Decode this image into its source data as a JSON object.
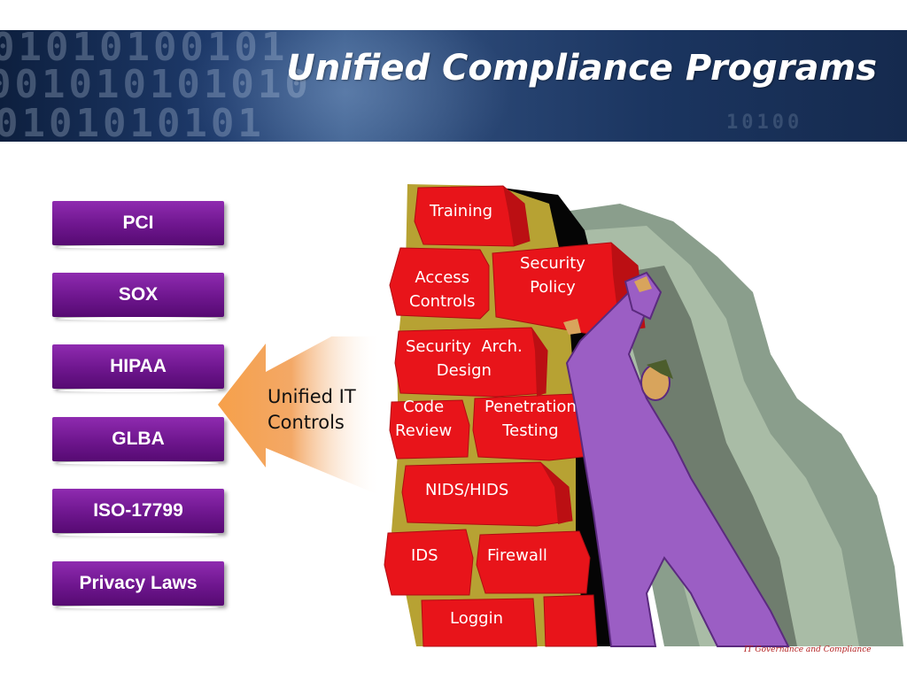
{
  "header": {
    "title": "Unified Compliance Programs",
    "binary_rows": [
      "01010100101",
      "001010101010",
      "0101010101",
      "10100"
    ]
  },
  "programs": [
    "PCI",
    "SOX",
    "HIPAA",
    "GLBA",
    "ISO-17799",
    "Privacy Laws"
  ],
  "arrow_label": [
    "Unified IT",
    "Controls"
  ],
  "wall_bricks": {
    "training": "Training",
    "access_controls": [
      "Access",
      "Controls"
    ],
    "security_policy": [
      "Security",
      "Policy"
    ],
    "security_arch": [
      "Security  Arch.",
      "Design"
    ],
    "code_review": [
      "Code",
      "Review"
    ],
    "penetration_testing": [
      "Penetration",
      "Testing"
    ],
    "nids_hids": "NIDS/HIDS",
    "ids": "IDS",
    "firewall": "Firewall",
    "loggin": "Loggin"
  },
  "footer_note": "IT Governance and Compliance",
  "colors": {
    "program_button": "#6e168e",
    "brick": "#e8141a",
    "mortar": "#b7a233",
    "arrow": "#f5a04a",
    "figure": "#9b5ec4"
  }
}
